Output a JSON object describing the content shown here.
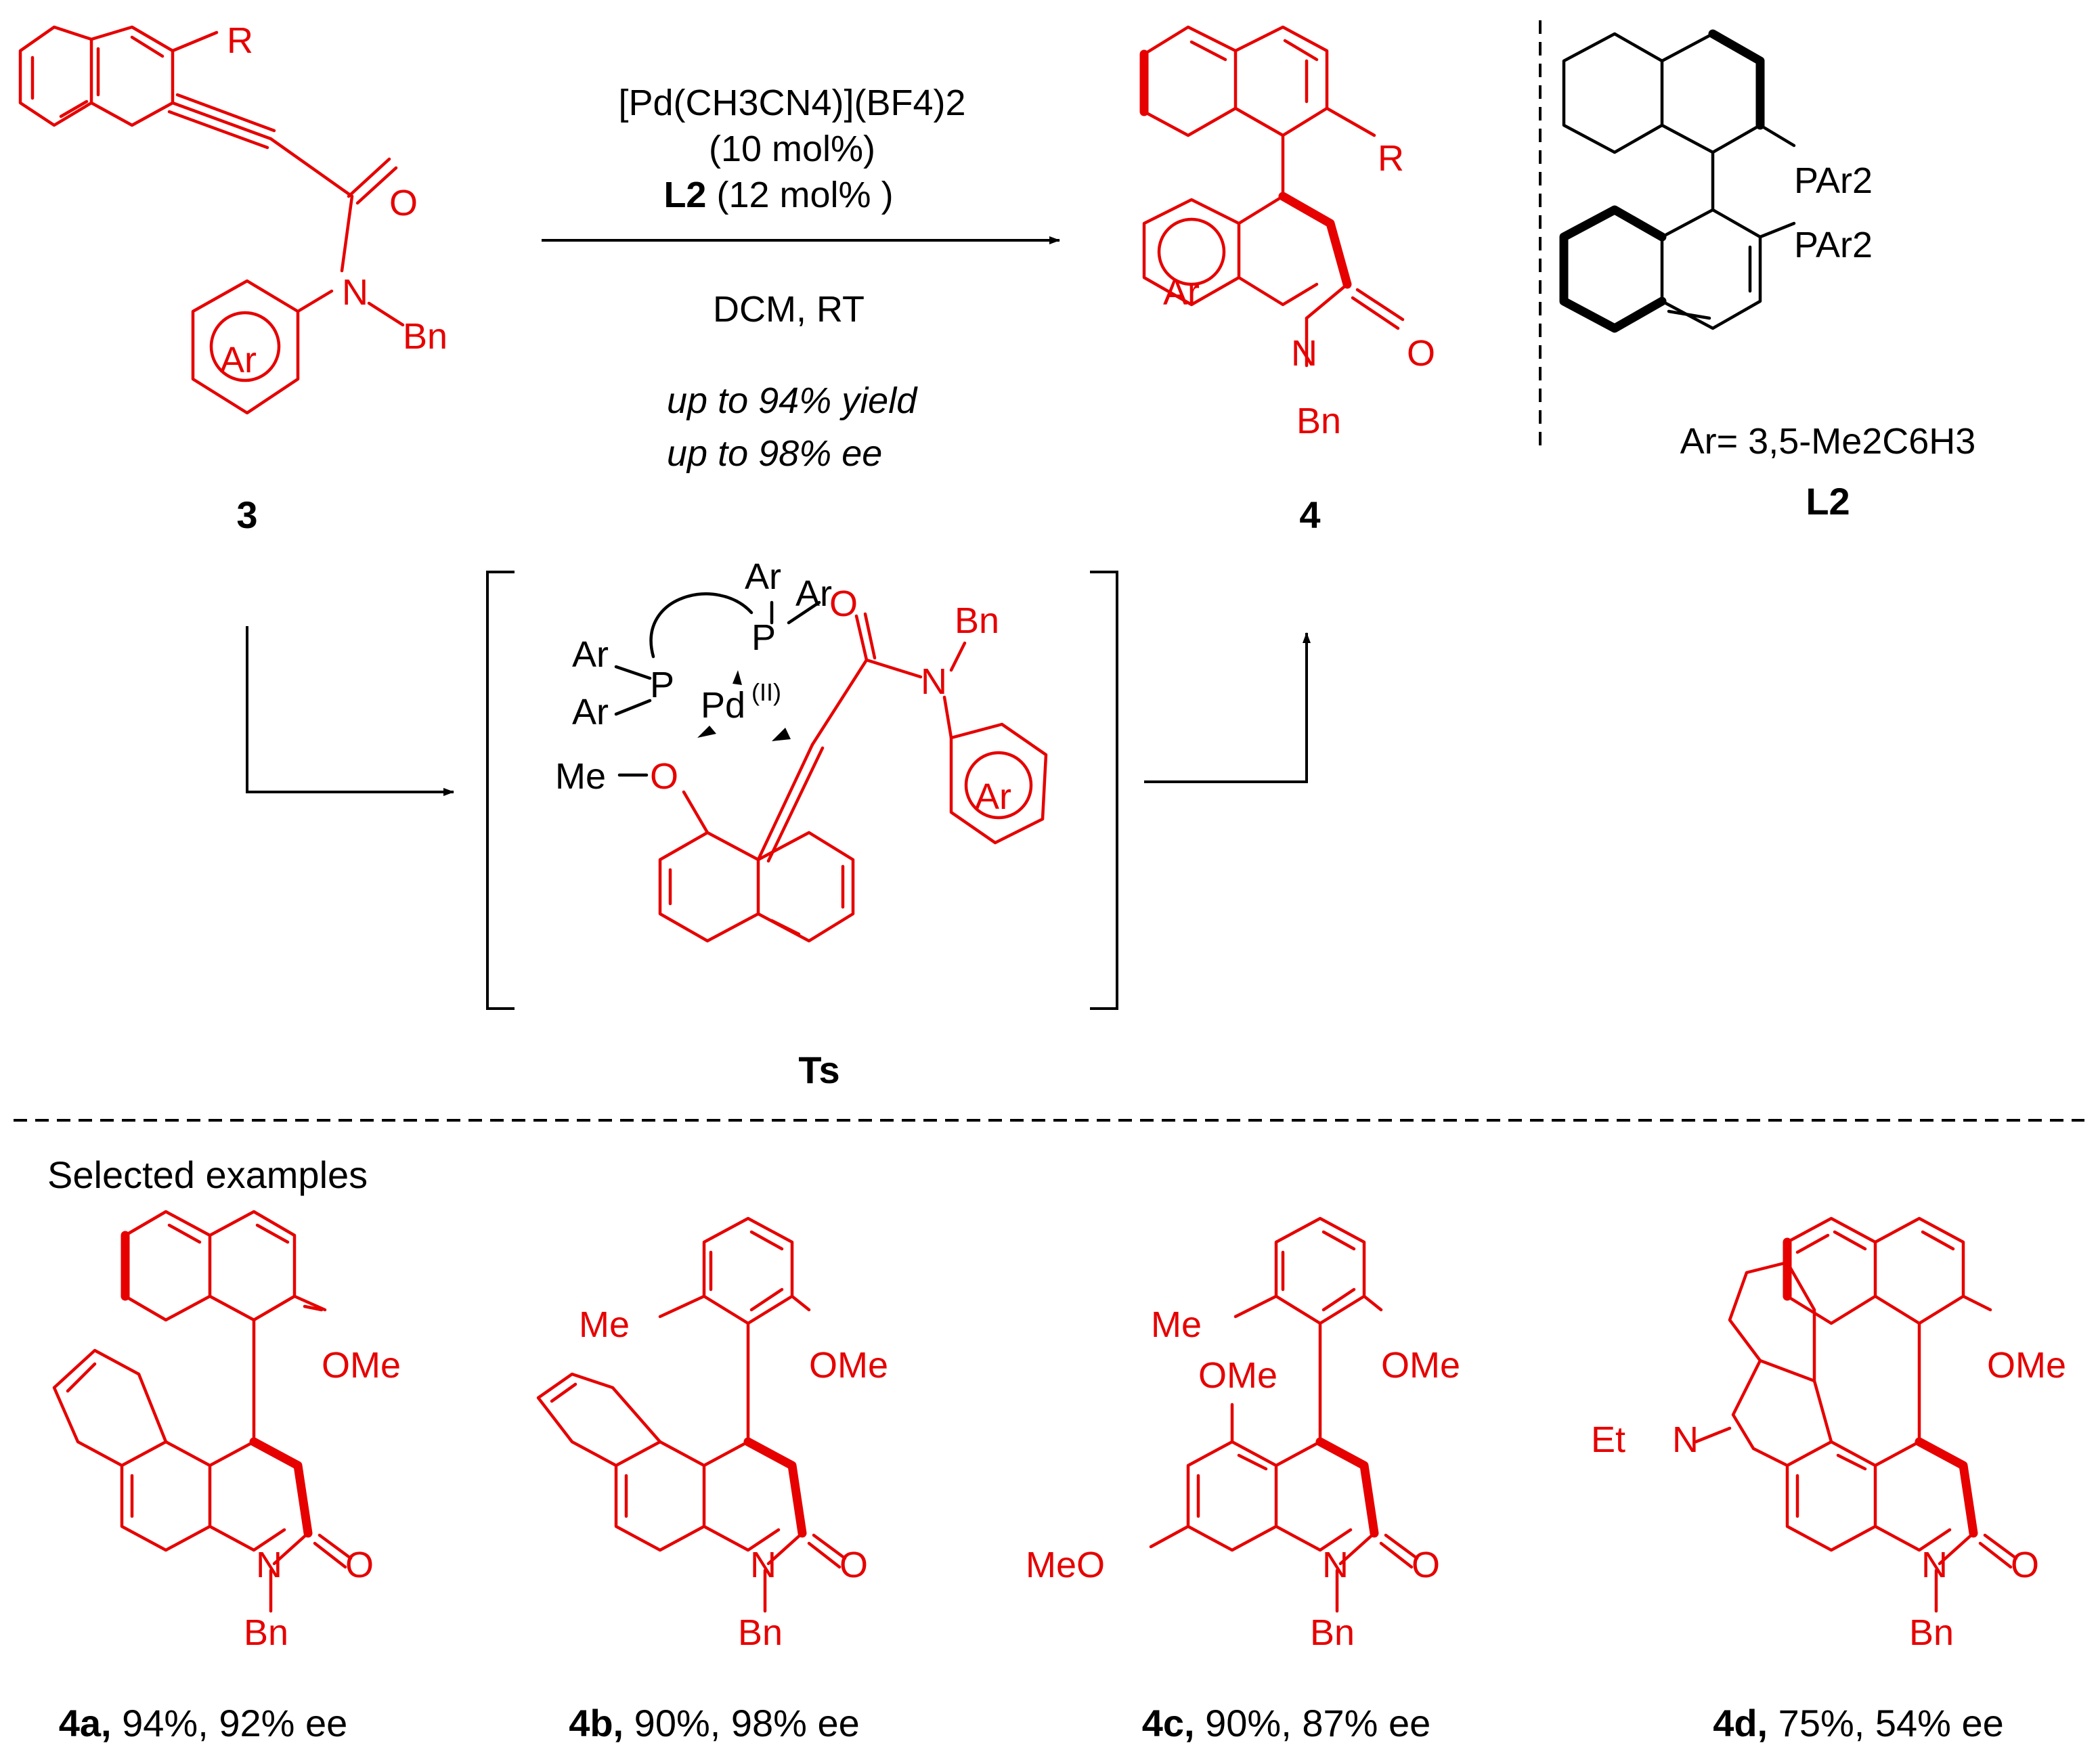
{
  "conditions": {
    "catalyst": "[Pd(CH3CN4)](BF4)2",
    "loading": "(10 mol%)",
    "ligand": "L2",
    "ligand_loading": "(12 mol% )",
    "solvent": "DCM, RT",
    "yield_note": "up to 94% yield",
    "ee_note": "up to 98% ee"
  },
  "compounds": {
    "substrate": "3",
    "product": "4",
    "ts": "Ts",
    "ligand": "L2",
    "ligand_ar": "Ar= 3,5-Me2C6H3"
  },
  "atoms": {
    "R": "R",
    "O": "O",
    "N": "N",
    "Bn": "Bn",
    "Ar": "Ar",
    "P": "P",
    "Pd": "Pd",
    "PdOx": "(II)",
    "Me": "Me",
    "OMe": "OMe",
    "MeO": "MeO",
    "Et": "Et",
    "PAr2": "PAr2"
  },
  "section_title": "Selected examples",
  "examples": [
    {
      "id": "4a,",
      "result": " 94%, 92% ee"
    },
    {
      "id": "4b,",
      "result": " 90%, 98% ee"
    },
    {
      "id": "4c,",
      "result": " 90%, 87% ee"
    },
    {
      "id": "4d,",
      "result": " 75%, 54% ee"
    }
  ]
}
